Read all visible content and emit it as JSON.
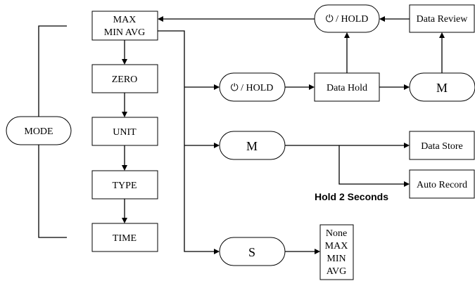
{
  "mode_label": "MODE",
  "left_column": {
    "max_min_avg_line1": "MAX",
    "max_min_avg_line2": "MIN AVG",
    "zero": "ZERO",
    "unit": "UNIT",
    "type": "TYPE",
    "time": "TIME"
  },
  "hold_branch": {
    "power_hold_button": "⏻ / HOLD",
    "data_hold": "Data Hold",
    "m_button": "M",
    "data_review": "Data Review",
    "top_power_hold_button": "⏻ / HOLD"
  },
  "m_branch": {
    "m_button": "M",
    "data_store": "Data Store",
    "auto_record": "Auto Record",
    "hold_note": "Hold 2 Seconds"
  },
  "s_branch": {
    "s_button": "S",
    "options": [
      "None",
      "MAX",
      "MIN",
      "AVG"
    ]
  }
}
